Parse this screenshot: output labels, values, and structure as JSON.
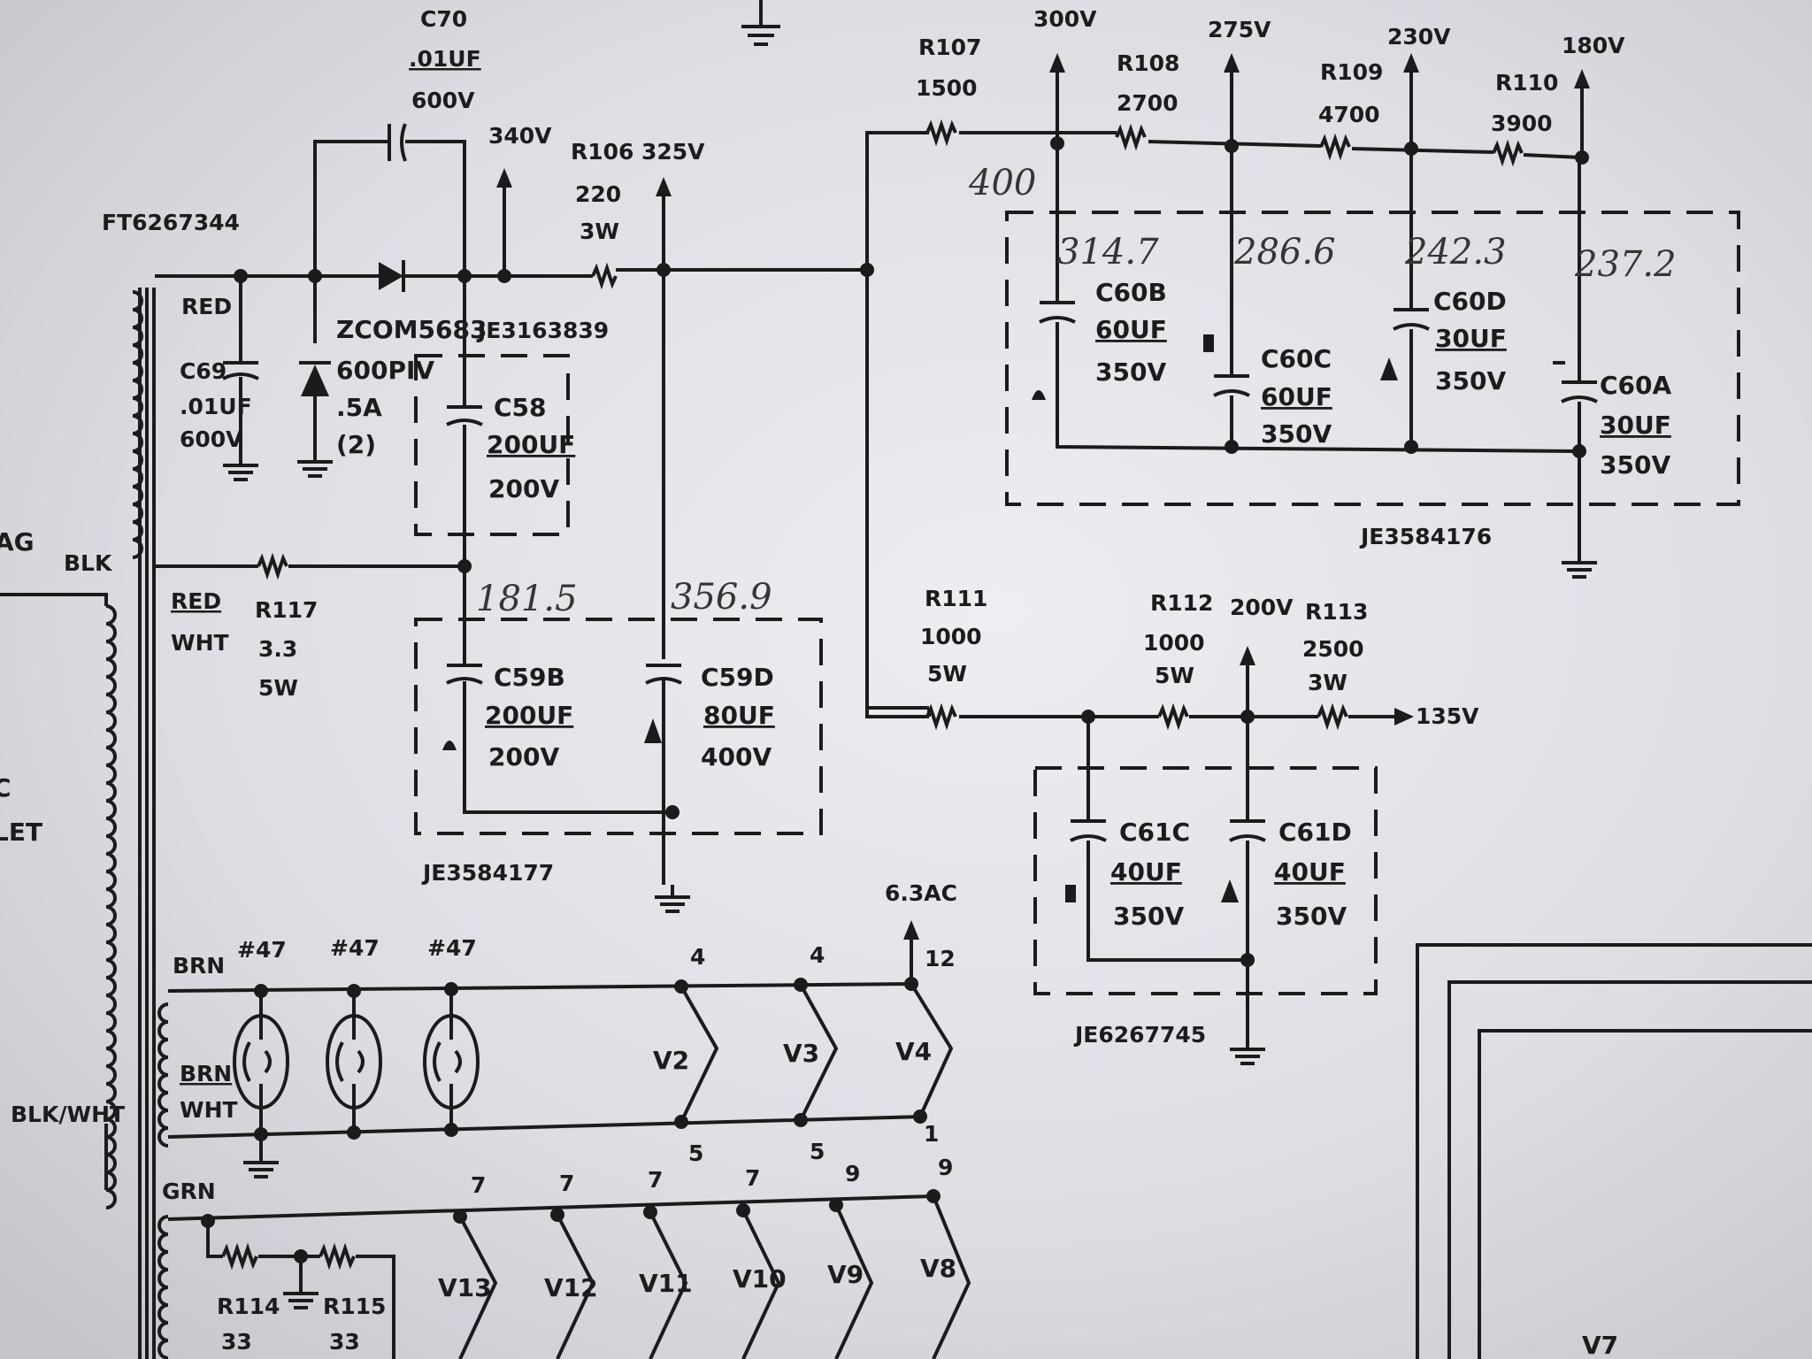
{
  "transformer": {
    "part": "FT6267344",
    "leads": {
      "red": "RED",
      "red_wht_a": "RED",
      "red_wht_b": "WHT",
      "blk": "BLK",
      "blk_wht": "BLK/WHT",
      "brn": "BRN",
      "brn_wht_a": "BRN",
      "brn_wht_b": "WHT",
      "grn": "GRN"
    },
    "edge": [
      "AG",
      "C",
      "LET"
    ]
  },
  "components": {
    "c70": [
      "C70",
      ".01UF",
      "600V"
    ],
    "c69": [
      "C69",
      ".01UF",
      "600V"
    ],
    "diode": [
      "ZCOM5683",
      "600PIV",
      ".5A",
      "(2)"
    ],
    "c58": [
      "C58",
      "200UF",
      "200V"
    ],
    "c58_box": "JE3163839",
    "r106": [
      "R106",
      "220",
      "3W"
    ],
    "r117": [
      "R117",
      "3.3",
      "5W"
    ],
    "c59b": [
      "C59B",
      "200UF",
      "200V"
    ],
    "c59d": [
      "C59D",
      "80UF",
      "400V"
    ],
    "c59_box": "JE3584177",
    "r107": [
      "R107",
      "1500"
    ],
    "r108": [
      "R108",
      "2700"
    ],
    "r109": [
      "R109",
      "4700"
    ],
    "r110": [
      "R110",
      "3900"
    ],
    "c60b": [
      "C60B",
      "60UF",
      "350V"
    ],
    "c60c": [
      "C60C",
      "60UF",
      "350V"
    ],
    "c60d": [
      "C60D",
      "30UF",
      "350V"
    ],
    "c60a": [
      "C60A",
      "30UF",
      "350V"
    ],
    "c60_box": "JE3584176",
    "r111": [
      "R111",
      "1000",
      "5W"
    ],
    "r112": [
      "R112",
      "1000",
      "5W"
    ],
    "r113": [
      "R113",
      "2500",
      "3W"
    ],
    "c61c": [
      "C61C",
      "40UF",
      "350V"
    ],
    "c61d": [
      "C61D",
      "40UF",
      "350V"
    ],
    "c61_box": "JE6267745",
    "r114": [
      "R114",
      "33"
    ],
    "r115": [
      "R115",
      "33"
    ]
  },
  "voltages": {
    "v340": "340V",
    "v325": "325V",
    "v300": "300V",
    "v275": "275V",
    "v230": "230V",
    "v180": "180V",
    "v200": "200V",
    "v135": "135V",
    "ac": "6.3AC"
  },
  "handwritten": {
    "h400": "400",
    "h314": "314.7",
    "h286": "286.6",
    "h242": "242.3",
    "h237": "237.2",
    "h181": "181.5",
    "h356": "356.9"
  },
  "lamps": [
    "#47",
    "#47",
    "#47"
  ],
  "tubes_top": [
    "V2",
    "V3",
    "V4"
  ],
  "tubes_bottom": [
    "V13",
    "V12",
    "V11",
    "V10",
    "V9",
    "V8"
  ],
  "pins_top": [
    "4",
    "4",
    "12",
    "5",
    "5",
    "1"
  ],
  "pins_bottom": [
    "7",
    "7",
    "7",
    "7",
    "9",
    "9"
  ],
  "tube_v7": "V7",
  "colors": {
    "paper": "#d9dbe0",
    "ink": "#1b1b1b",
    "pencil": "#353535"
  }
}
